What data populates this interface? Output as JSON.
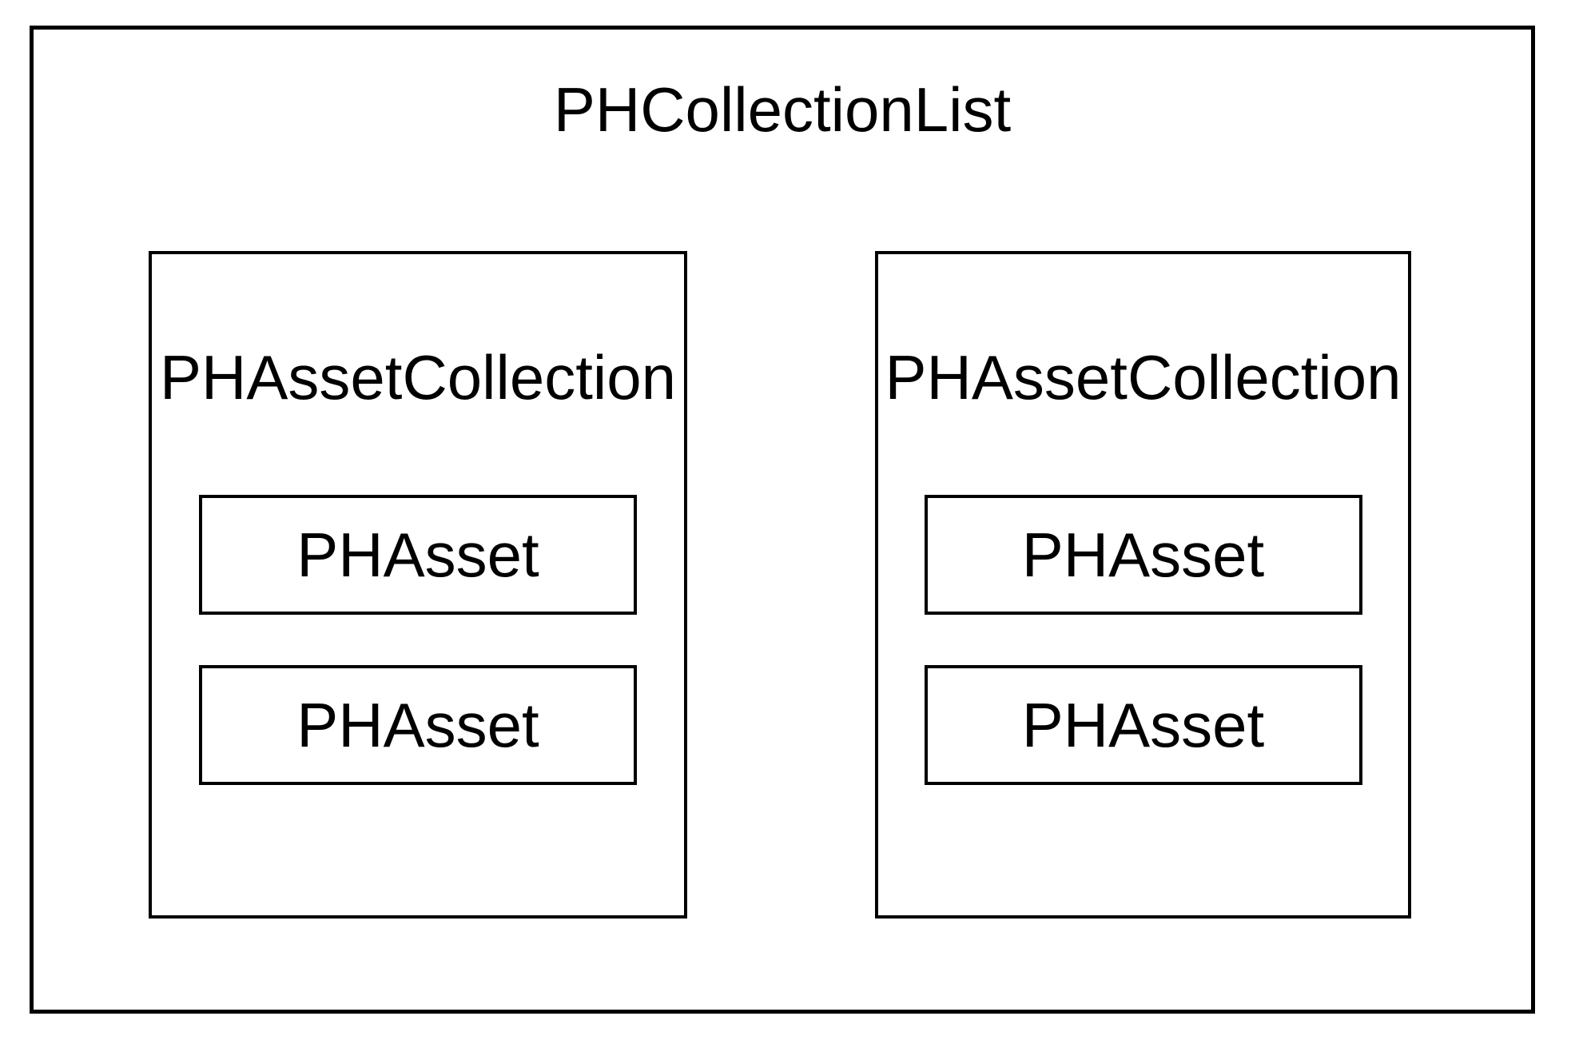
{
  "diagram": {
    "type": "nested-containment",
    "colors": {
      "background": "#ffffff",
      "border": "#000000",
      "text": "#000000"
    },
    "root": {
      "label": "PHCollectionList",
      "children": [
        {
          "label": "PHAssetCollection",
          "children": [
            {
              "label": "PHAsset"
            },
            {
              "label": "PHAsset"
            }
          ]
        },
        {
          "label": "PHAssetCollection",
          "children": [
            {
              "label": "PHAsset"
            },
            {
              "label": "PHAsset"
            }
          ]
        }
      ]
    }
  }
}
